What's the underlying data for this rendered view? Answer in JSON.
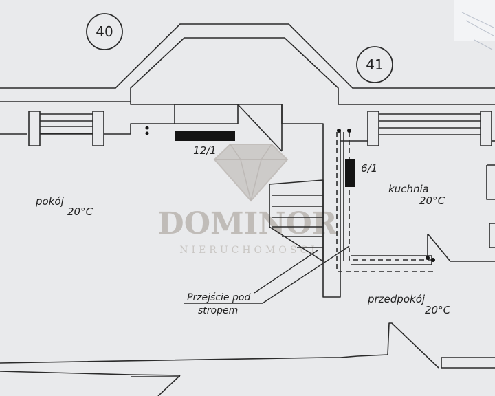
{
  "room_numbers": {
    "left": "40",
    "right": "41"
  },
  "rooms": {
    "pokoj": {
      "name": "pokój",
      "temp": "20°C"
    },
    "kuchnia": {
      "name": "kuchnia",
      "temp": "20°C"
    },
    "przedpokoj": {
      "name": "przedpokój",
      "temp": "20°C"
    }
  },
  "radiators": {
    "upper": "12/1",
    "kitchen": "6/1"
  },
  "annotation": {
    "line1": "Przejście pod",
    "line2": "stropem"
  },
  "watermark": {
    "brand": "DOMINOR",
    "sub": "NIERUCHOMOŚCI"
  },
  "colors": {
    "paper": "#e9eaec",
    "ink": "#2b2b2b",
    "radiator": "#141414",
    "watermark": "#b9b4b0"
  }
}
